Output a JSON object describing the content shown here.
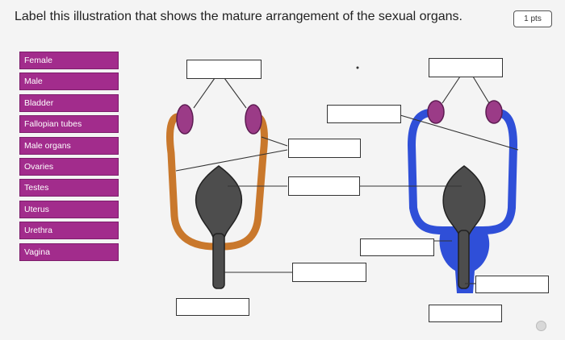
{
  "question": {
    "text": "Label this illustration that shows the mature arrangement of the sexual organs.",
    "points": "1 pts"
  },
  "word_bank": [
    {
      "label": "Female"
    },
    {
      "label": "Male"
    },
    {
      "label": "Bladder"
    },
    {
      "label": "Fallopian tubes"
    },
    {
      "label": "Male organs"
    },
    {
      "label": "Ovaries"
    },
    {
      "label": "Testes"
    },
    {
      "label": "Uterus"
    },
    {
      "label": "Urethra"
    },
    {
      "label": "Vagina"
    }
  ],
  "colors": {
    "chip": "#a22c8c",
    "female_tubes": "#c9782c",
    "male_ducts": "#2f4fd8",
    "gonads": "#9b3b87",
    "bladder": "#4d4d4d"
  }
}
